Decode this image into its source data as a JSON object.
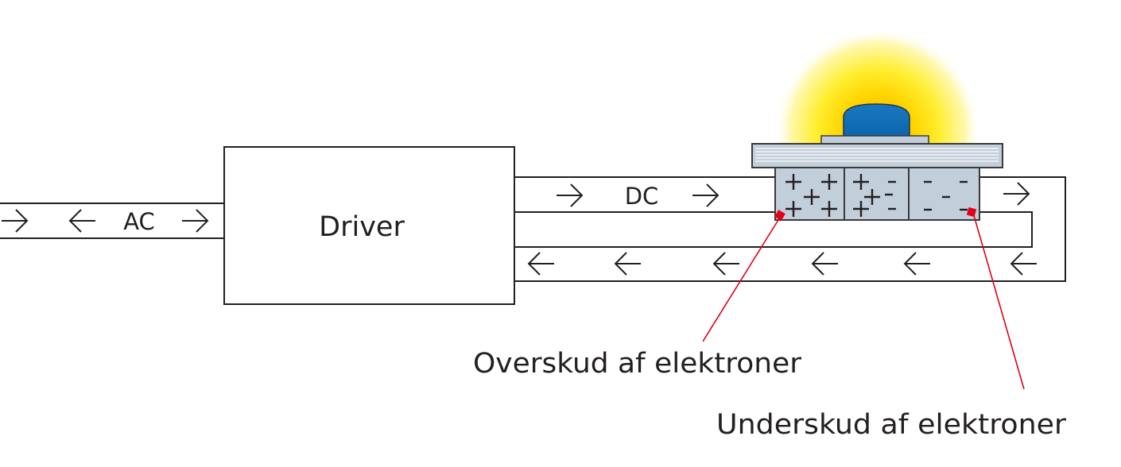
{
  "diagram": {
    "driver_label": "Driver",
    "ac_label": "AC",
    "dc_label": "DC",
    "callouts": {
      "excess": "Overskud af elektroner",
      "deficit": "Underskud af elektroner"
    },
    "ac_arrows": [
      "right",
      "left",
      "right"
    ],
    "dc_forward_arrows": [
      "right",
      "right",
      "right"
    ],
    "return_arrows": [
      "left",
      "left",
      "left",
      "left",
      "left",
      "left"
    ],
    "led": {
      "regions": [
        {
          "name": "p-region",
          "signs": [
            "+",
            "+",
            "+",
            "+",
            "+"
          ]
        },
        {
          "name": "junction",
          "signs": [
            "+",
            "+",
            "+",
            "-",
            "-",
            "-"
          ]
        },
        {
          "name": "n-region",
          "signs": [
            "-",
            "-",
            "-",
            "-",
            "-"
          ]
        }
      ],
      "glow": true
    },
    "colors": {
      "line": "#231f20",
      "chip_fill": "#c2ceda",
      "dome": "#0f6db5",
      "glow_inner": "#ffb000",
      "glow_mid": "#ffe600",
      "leader": "#e2001a"
    }
  }
}
